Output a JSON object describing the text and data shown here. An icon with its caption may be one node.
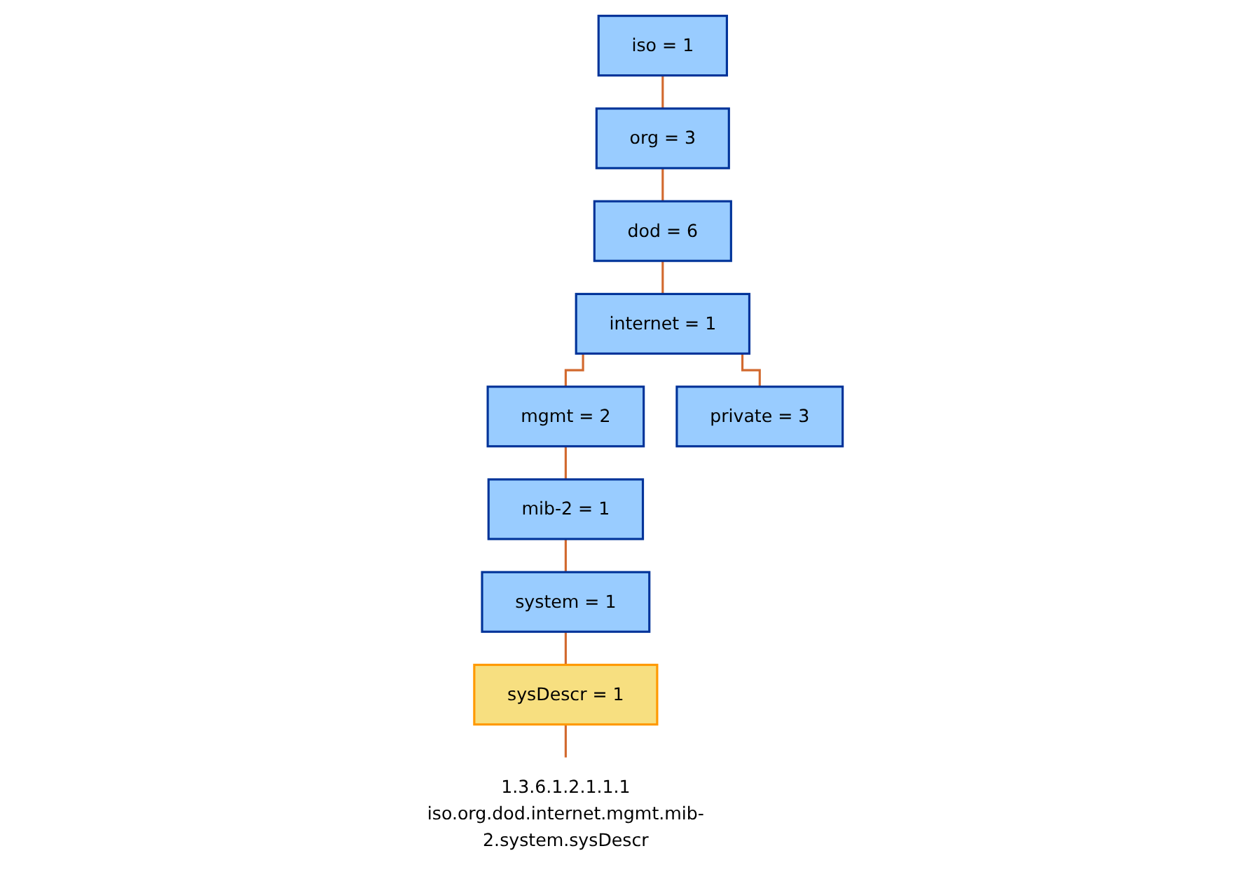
{
  "diagram": {
    "nodes": [
      {
        "text": [
          "iso = 1"
        ]
      },
      {
        "text": [
          "org = 3"
        ]
      },
      {
        "text": [
          "dod = 6"
        ]
      },
      {
        "text": [
          "internet = 1"
        ]
      },
      {
        "text": [
          "mgmt = 2"
        ]
      },
      {
        "text": [
          "private = 3"
        ]
      },
      {
        "text": [
          "mib-2 = 1"
        ]
      },
      {
        "text": [
          "system = 1"
        ]
      },
      {
        "text": [
          "sysDescr = 1"
        ]
      },
      {
        "text": [
          "1.3.6.1.2.1.1.1",
          "iso.org.dod.internet.mgmt.mib-2.system.sysDescr"
        ]
      }
    ],
    "edges": [
      {
        "from": 0,
        "to": 1,
        "arrow": "none"
      },
      {
        "from": 1,
        "to": 2,
        "arrow": "none"
      },
      {
        "from": 2,
        "to": 3,
        "arrow": "none"
      },
      {
        "from": 3,
        "to": 4,
        "arrow": "none"
      },
      {
        "from": 3,
        "to": 5,
        "arrow": "none"
      },
      {
        "from": 4,
        "to": 6,
        "arrow": "none"
      },
      {
        "from": 6,
        "to": 7,
        "arrow": "none"
      },
      {
        "from": 7,
        "to": 8,
        "arrow": "none"
      },
      {
        "from": 8,
        "to": 9,
        "arrow": "none"
      }
    ]
  }
}
